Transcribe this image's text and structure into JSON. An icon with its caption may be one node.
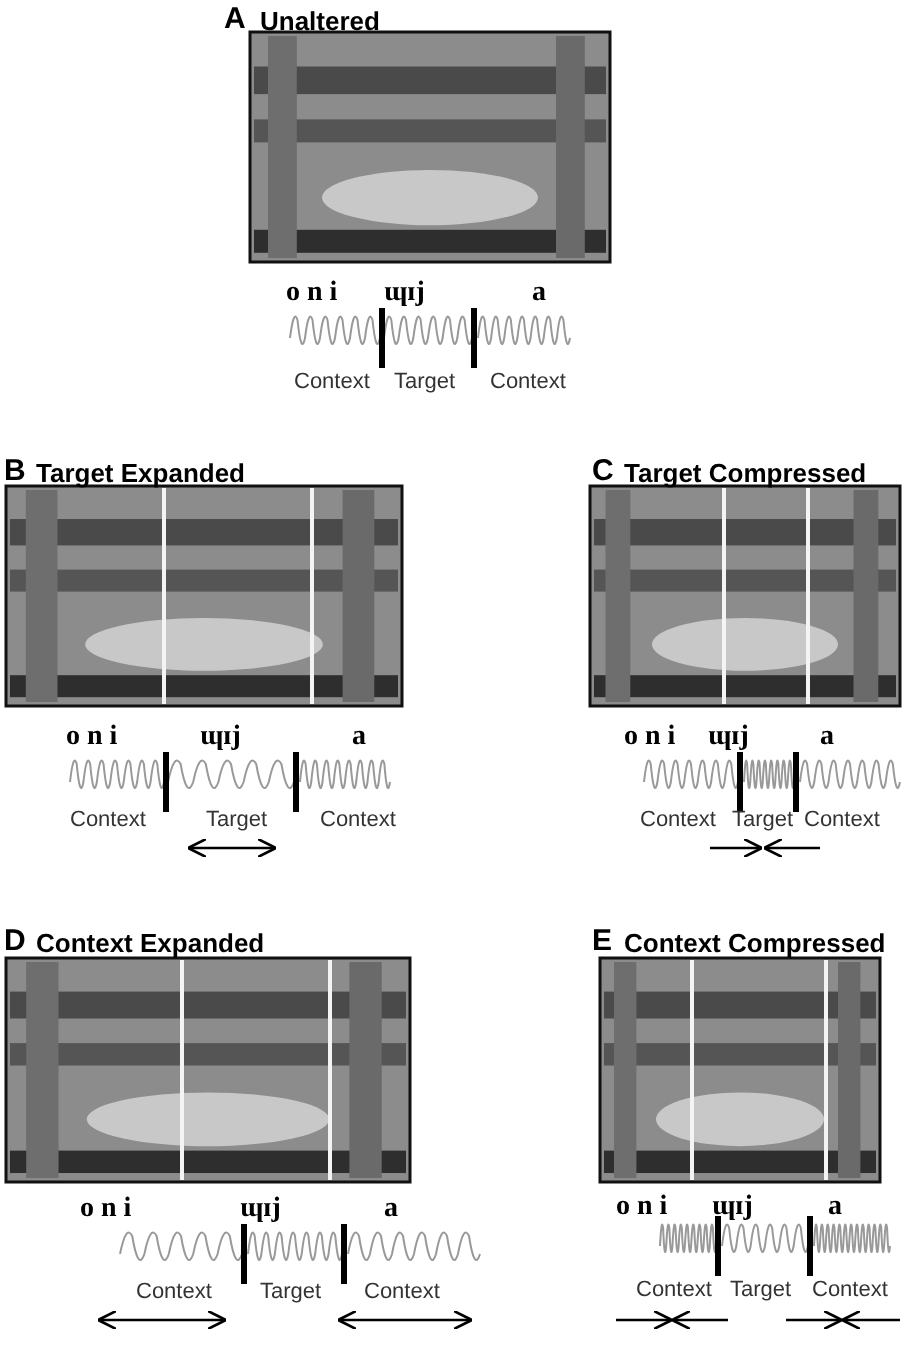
{
  "diagram": {
    "labels": [
      "A",
      "Unaltered",
      "o n i",
      "ɰɪj",
      "a",
      "Context",
      "Target",
      "Context",
      "B",
      "Target Expanded",
      "o n i",
      "ɰɪj",
      "a",
      "Context",
      "Target",
      "Context",
      "C",
      "Target Compressed",
      "o n i",
      "ɰɪj",
      "a",
      "Context",
      "Target",
      "Context",
      "D",
      "Context Expanded",
      "o n i",
      "ɰɪj",
      "a",
      "Context",
      "Target",
      "Context",
      "E",
      "Context Compressed",
      "o n i",
      "ɰɪj",
      "a",
      "Context",
      "Target",
      "Context"
    ]
  }
}
